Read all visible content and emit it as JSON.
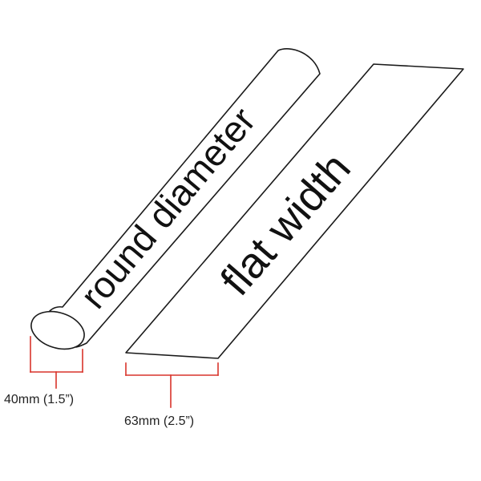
{
  "colors": {
    "outline": "#1a1a1a",
    "dimension": "#d9342b",
    "text": "#111111",
    "background": "#ffffff"
  },
  "round_tube": {
    "label": "round diameter",
    "measurement": "40mm (1.5”)"
  },
  "flat_strip": {
    "label": "flat width",
    "measurement": "63mm (2.5”)"
  }
}
